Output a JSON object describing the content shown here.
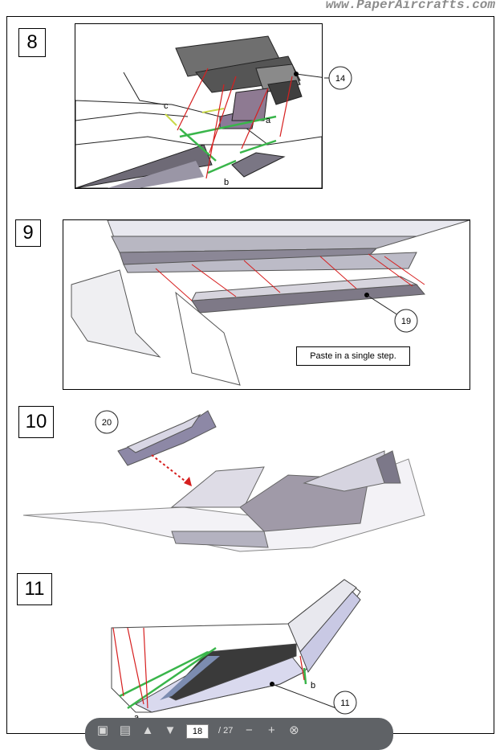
{
  "watermark": "www.PaperAircrafts.com",
  "steps": [
    {
      "number": "8",
      "parts": [
        "14"
      ],
      "labels": [
        "c",
        "a",
        "b"
      ]
    },
    {
      "number": "9",
      "parts": [
        "19"
      ],
      "note": "Paste in a single step."
    },
    {
      "number": "10",
      "parts": [
        "20"
      ]
    },
    {
      "number": "11",
      "parts": [
        "11"
      ],
      "labels": [
        "a",
        "b"
      ]
    }
  ],
  "toolbar": {
    "save_icon": "save-icon",
    "print_icon": "print-icon",
    "up_icon": "arrow-up-icon",
    "down_icon": "arrow-down-icon",
    "page_current": "18",
    "page_total": "/ 27",
    "zoom_out": "−",
    "zoom_in": "+",
    "close_icon": "close-icon"
  }
}
